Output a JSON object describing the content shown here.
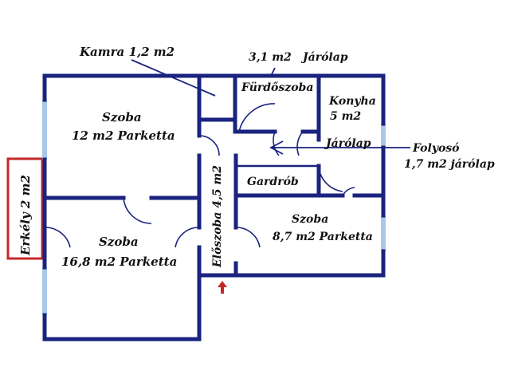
{
  "colors": {
    "wall": "#1a237e",
    "window": "#a8c8e8",
    "balcony": "#c62828",
    "entry_arrow": "#c62828",
    "text": "#111111"
  },
  "labels": {
    "kamra": "Kamra 1,2 m2",
    "jarolap_top_area": "3,1 m2",
    "jarolap_top": "Járólap",
    "furdoszoba": "Fürdőszoba",
    "konyha": "Konyha",
    "konyha_area": "5 m2",
    "jarolap_mid": "Járólap",
    "folyoso": "Folyosó",
    "folyoso_area": "1,7 m2 járólap",
    "szoba1": "Szoba",
    "szoba1_area": "12 m2 Parketta",
    "gardrob": "Gardrób",
    "szoba2": "Szoba",
    "szoba2_area": "8,7 m2 Parketta",
    "szoba3": "Szoba",
    "szoba3_area": "16,8 m2 Parketta",
    "eloszoba": "Előszoba 4,5 m2",
    "erkely": "Erkély 2 m2"
  }
}
